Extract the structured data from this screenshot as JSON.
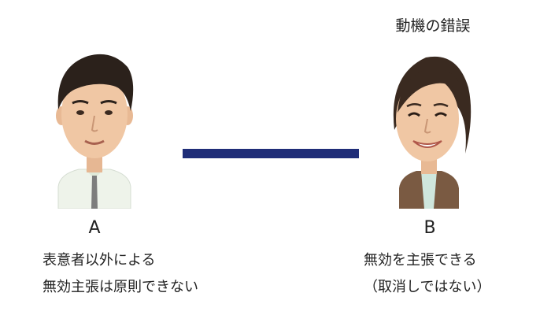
{
  "party_a": {
    "label": "A",
    "lines": [
      "表意者以外による",
      "無効主張は原則できない"
    ]
  },
  "party_b": {
    "label": "B",
    "heading": "動機の錯誤",
    "lines": [
      "無効を主張できる",
      "（取消しではない）"
    ]
  },
  "colors": {
    "connector": "#1f2d78",
    "shirt_a": "#eef3ea",
    "tie_a": "#7d7d7d",
    "jacket_b": "#7a5a42",
    "hair_a": "#2b211b",
    "hair_b": "#3a2a20",
    "skin": "#f0c7a4"
  },
  "icons": {
    "person_a": "man-portrait-icon",
    "person_b": "woman-portrait-icon"
  }
}
